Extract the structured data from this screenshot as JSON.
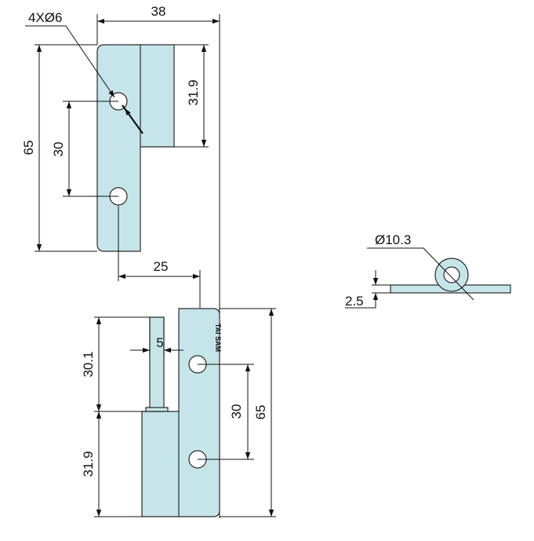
{
  "colors": {
    "part_fill": "#c6e5ea",
    "line": "#111111",
    "hole_fill": "#ffffff"
  },
  "labels": {
    "holes_callout": "4XØ6",
    "top_width": "38",
    "top_height": "65",
    "top_hole_spacing": "30",
    "top_knuckle_length": "31.9",
    "offset": "25",
    "pin_diameter": "5",
    "pin_length": "30.1",
    "bottom_knuckle_length": "31.9",
    "bottom_hole_spacing": "30",
    "bottom_height": "65",
    "knuckle_diameter": "Ø10.3",
    "thickness": "2.5",
    "brand_mark": "TAI SAM"
  }
}
